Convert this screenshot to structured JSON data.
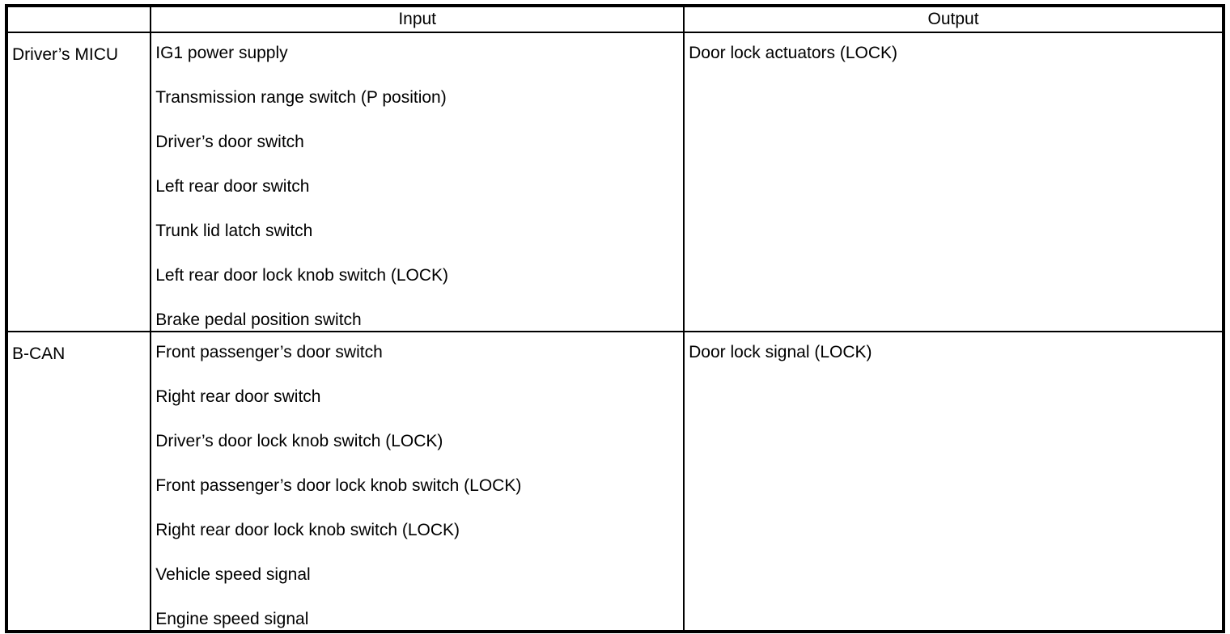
{
  "table": {
    "header": {
      "source": "",
      "input": "Input",
      "output": "Output"
    },
    "rows": [
      {
        "source": "Driver’s MICU",
        "inputs": [
          "IG1 power supply",
          "Transmission range switch (P position)",
          "Driver’s door switch",
          "Left rear door switch",
          "Trunk lid latch switch",
          "Left rear door lock knob switch (LOCK)",
          "Brake pedal position switch"
        ],
        "outputs": [
          "Door lock actuators (LOCK)"
        ]
      },
      {
        "source": "B-CAN",
        "inputs": [
          "Front passenger’s door switch",
          "Right rear door switch",
          "Driver’s door lock knob switch (LOCK)",
          "Front passenger’s door lock knob switch (LOCK)",
          "Right rear door lock knob switch (LOCK)",
          "Vehicle speed signal",
          "Engine speed signal"
        ],
        "outputs": [
          "Door lock signal (LOCK)"
        ]
      }
    ],
    "colors": {
      "border": "#000000",
      "background": "#ffffff",
      "text": "#000000"
    }
  }
}
